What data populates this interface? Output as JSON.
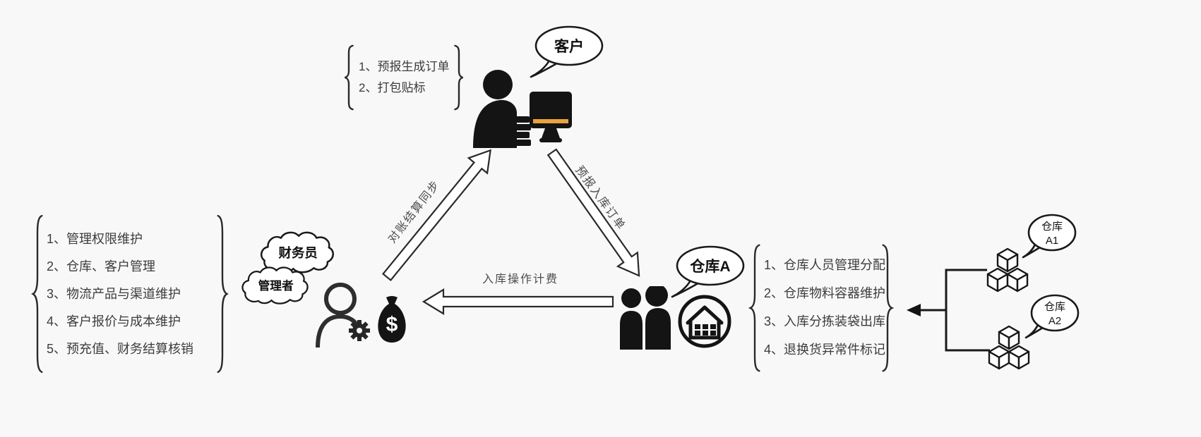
{
  "colors": {
    "background": "#f8f8f8",
    "ink": "#141414",
    "list_text": "#3c3c3c",
    "arrow_label_text": "#4c4c4c",
    "hollow_arrow_fill": "#ffffff",
    "monitor_accent": "#e8a33d"
  },
  "customer": {
    "bubble": "客户",
    "tasks": [
      "1、预报生成订单",
      "2、打包贴标"
    ]
  },
  "manager": {
    "bubble_finance": "财务员",
    "bubble_admin": "管理者",
    "money_symbol": "$",
    "tasks": [
      "1、管理权限维护",
      "2、仓库、客户管理",
      "3、物流产品与渠道维护",
      "4、客户报价与成本维护",
      "5、预充值、财务结算核销"
    ]
  },
  "warehouse": {
    "bubble": "仓库A",
    "tasks": [
      "1、仓库人员管理分配",
      "2、仓库物料容器维护",
      "3、入库分拣装袋出库",
      "4、退换货异常件标记"
    ]
  },
  "sub_warehouses": [
    {
      "line1": "仓库",
      "line2": "A1"
    },
    {
      "line1": "仓库",
      "line2": "A2"
    }
  ],
  "arrows": {
    "manager_to_customer": "对账结算同步",
    "customer_to_warehouse": "预报入库订单",
    "warehouse_to_manager": "入库操作计费"
  }
}
